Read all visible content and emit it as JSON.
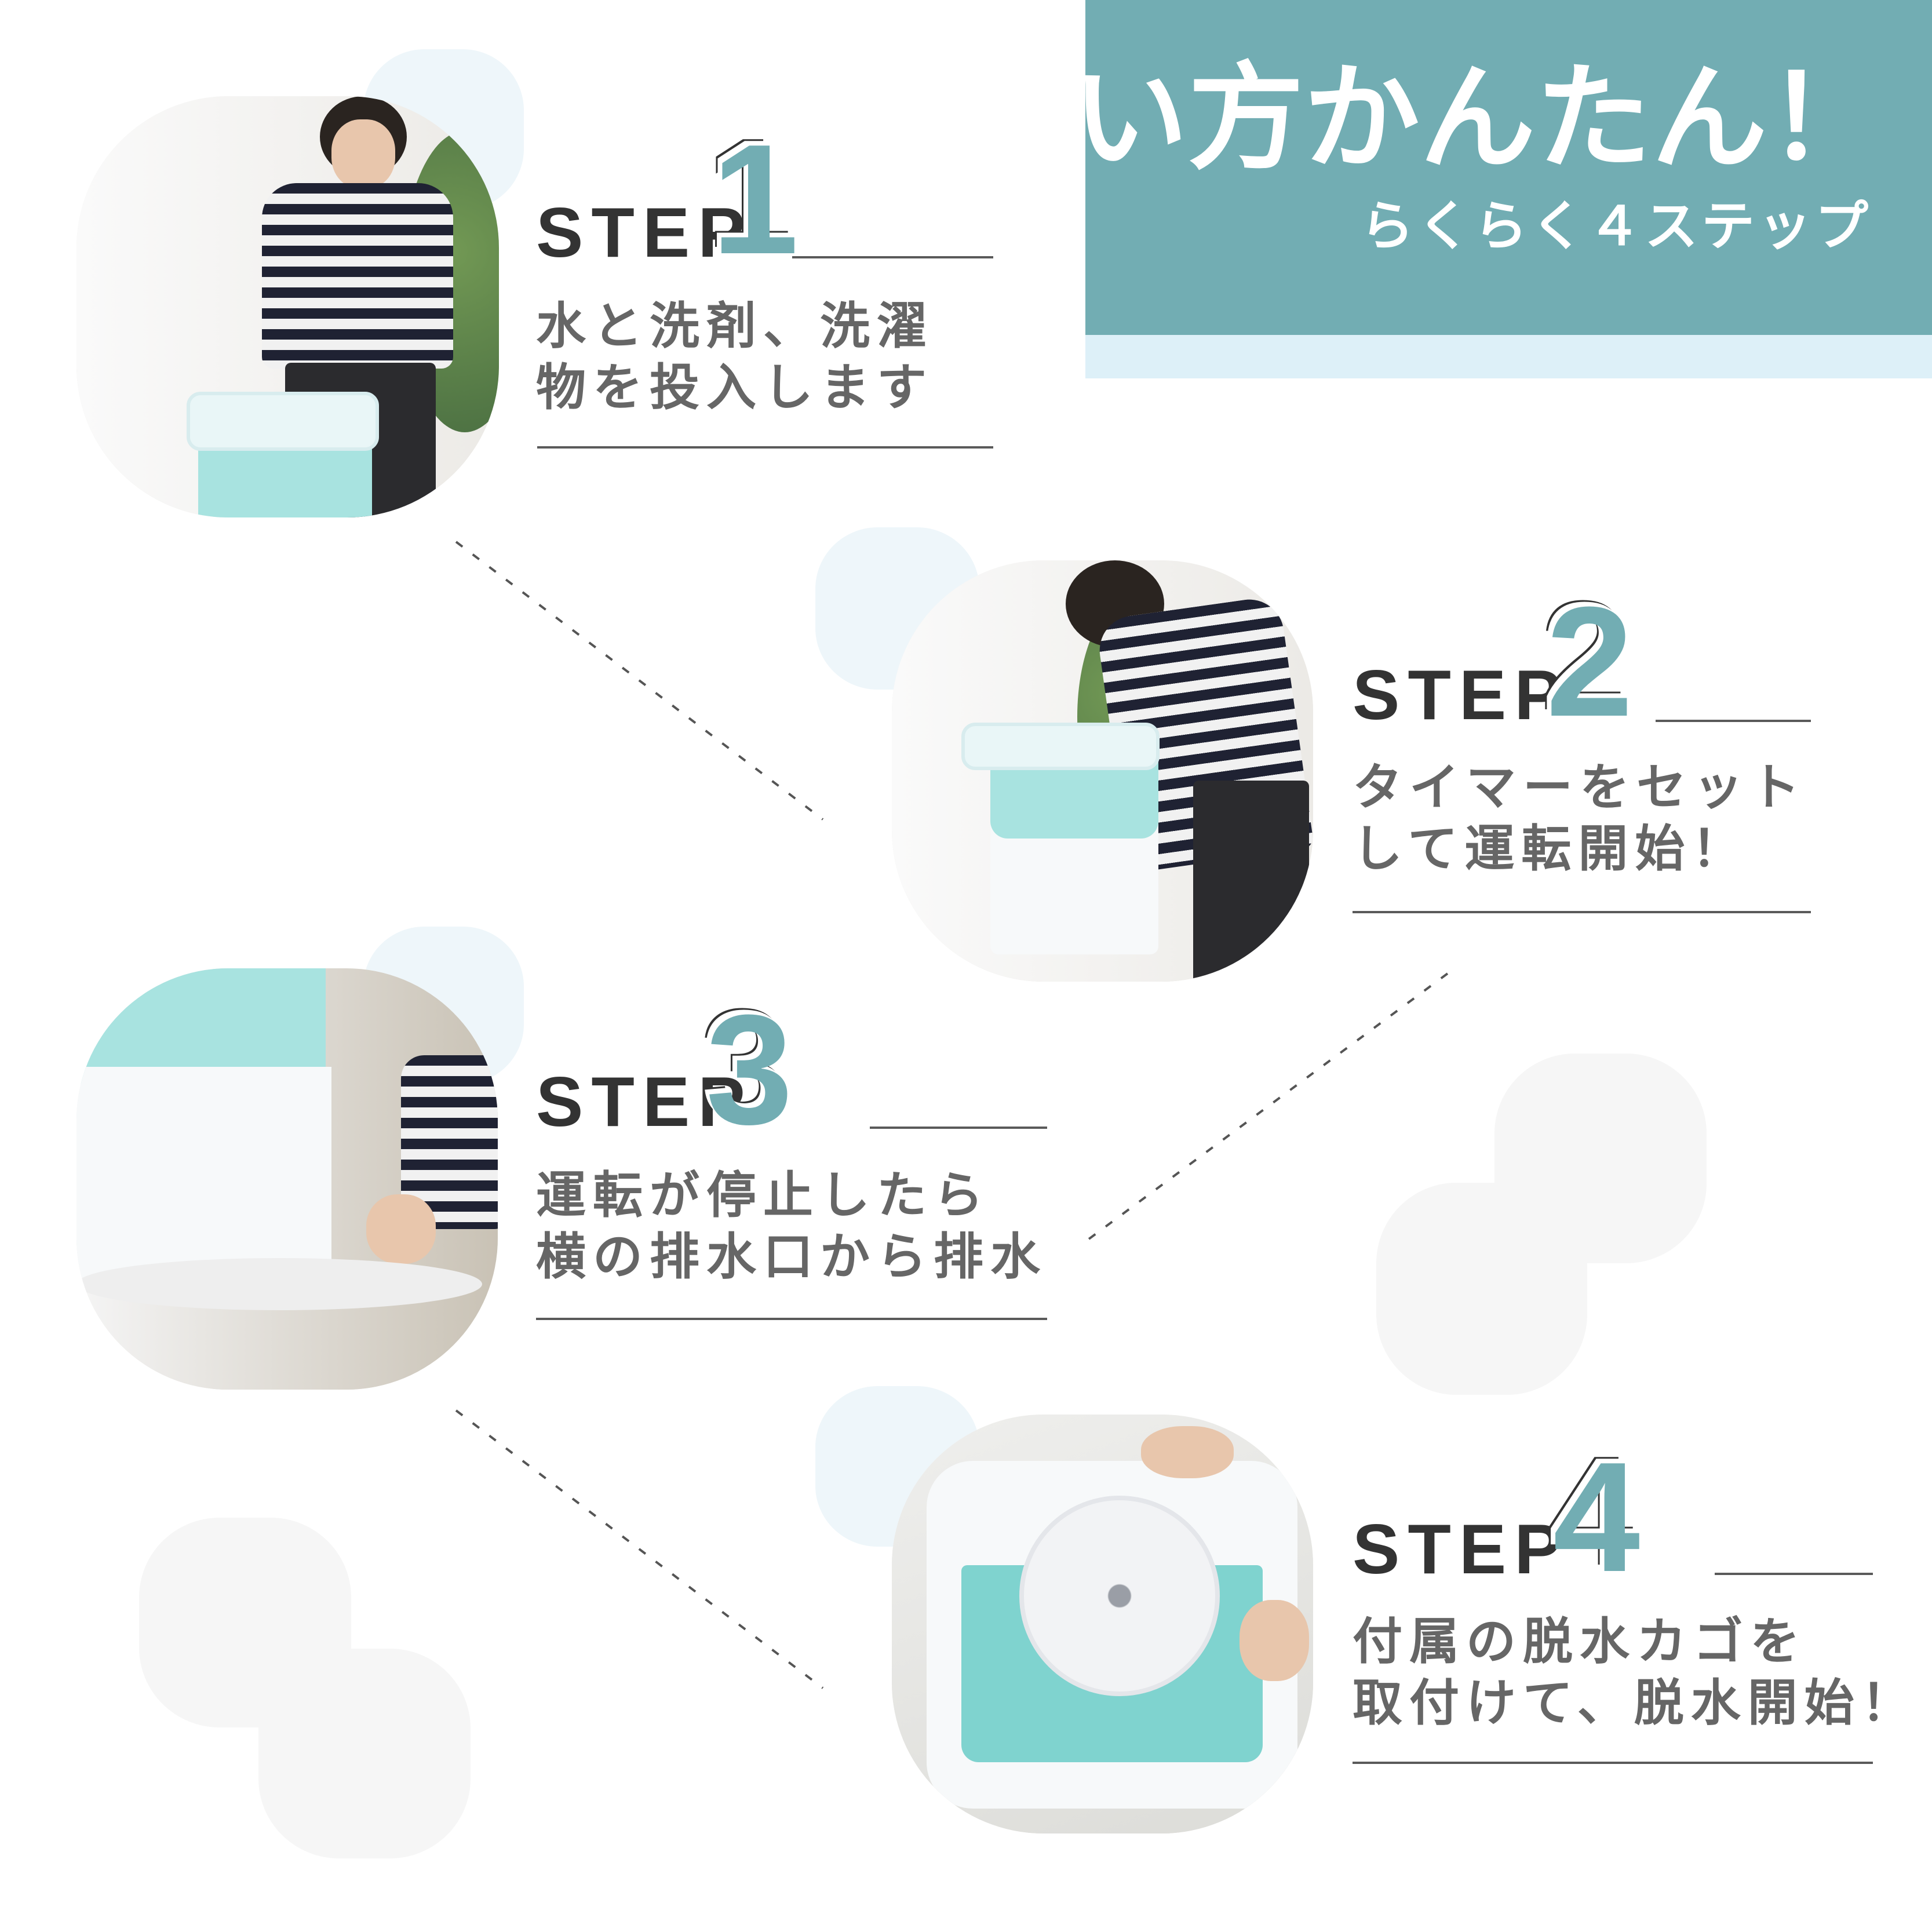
{
  "header": {
    "title": "使い方かんたん！",
    "subtitle": "らくらく４ステップ",
    "colors": {
      "accent": "#72adb3",
      "band": "#ddf0f8",
      "text_dark": "#333333",
      "text_body": "#666666"
    }
  },
  "steps": [
    {
      "label": "STEP",
      "number": "1",
      "lines": [
        "水と洗剤、洗濯",
        "物を投入します"
      ],
      "photo": "woman-adding-laundry-to-tub"
    },
    {
      "label": "STEP",
      "number": "2",
      "lines": [
        "タイマーをセット",
        "して運転開始！"
      ],
      "photo": "woman-turning-timer-dial"
    },
    {
      "label": "STEP",
      "number": "3",
      "lines": [
        "運転が停止したら",
        "横の排水口から排水"
      ],
      "photo": "hand-opening-drain-plug"
    },
    {
      "label": "STEP",
      "number": "4",
      "lines": [
        "付属の脱水カゴを",
        "取付けて、脱水開始！"
      ],
      "photo": "hands-inserting-spin-basket"
    }
  ]
}
